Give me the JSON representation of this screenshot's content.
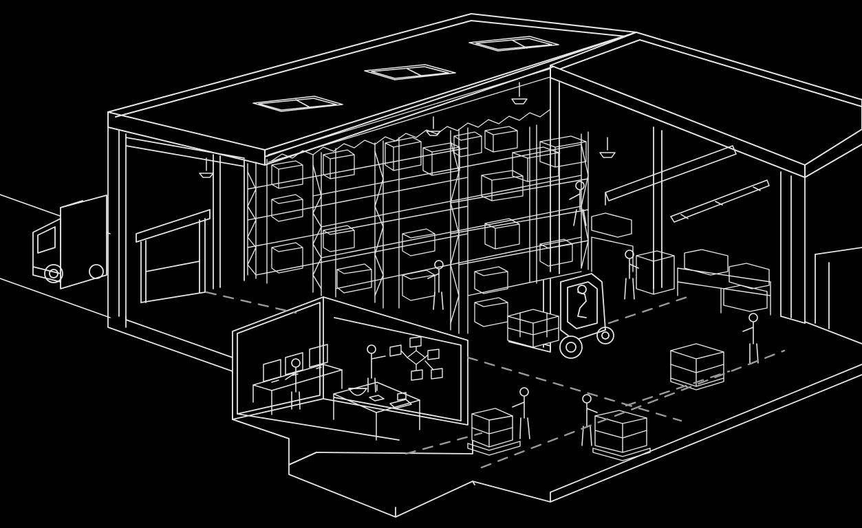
{
  "style": {
    "background": "#000000",
    "line": "#e6e6e6",
    "dim_line": "#9a9a9a"
  },
  "scene": {
    "title": "",
    "zones": [
      "building-shell",
      "shelving-racks",
      "loading-dock",
      "office-room",
      "open-storage",
      "floor-markings"
    ],
    "icons": [
      "truck-icon",
      "forklift-icon",
      "worker-icon",
      "pallet-icon",
      "box-icon",
      "monitor-icon",
      "whiteboard-icon",
      "scale-icon",
      "ceiling-lamp-icon",
      "skylight-icon"
    ]
  }
}
